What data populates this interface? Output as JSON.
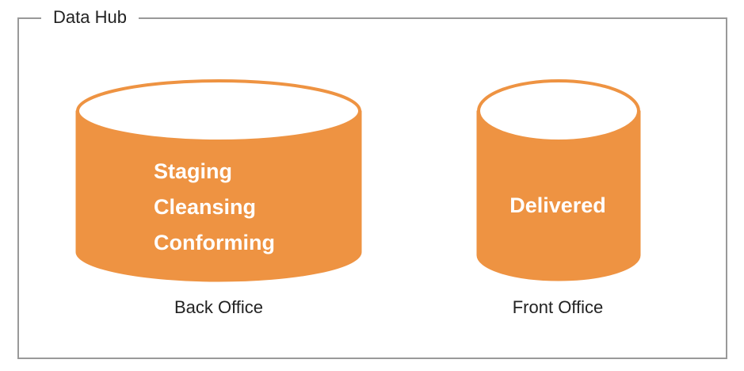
{
  "title": "Data Hub",
  "colors": {
    "cylinder_fill": "#ee9342",
    "cylinder_top": "#ffffff",
    "frame_border": "#999999"
  },
  "back_office": {
    "lines": [
      "Staging",
      "Cleansing",
      "Conforming"
    ],
    "caption": "Back Office"
  },
  "front_office": {
    "lines": [
      "Delivered"
    ],
    "caption": "Front Office"
  }
}
